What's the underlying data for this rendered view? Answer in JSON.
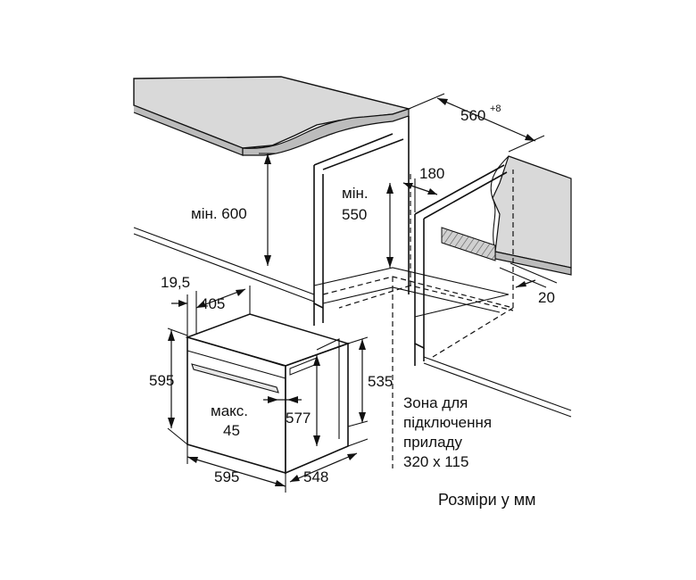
{
  "labels": {
    "min_600": "мін. 600",
    "min_550_prefix": "мін.",
    "min_550_value": "550",
    "d_560_base": "560",
    "d_560_sup": "+8",
    "d_180": "180",
    "d_20": "20",
    "d_19_5": "19,5",
    "d_405": "405",
    "d_595_height": "595",
    "d_535": "535",
    "d_577": "577",
    "max_45_prefix": "макс.",
    "max_45_value": "45",
    "d_595_width": "595",
    "d_548": "548",
    "zone_line1": "Зона для",
    "zone_line2": "підключення",
    "zone_line3": "приладу",
    "zone_line4": "320 x 115"
  },
  "caption": "Розміри у мм",
  "colors": {
    "countertop": "#d9d9d9",
    "countertop_side": "#cfcfcf",
    "hatch_zone": "#bdbdbd",
    "line": "#111111"
  }
}
